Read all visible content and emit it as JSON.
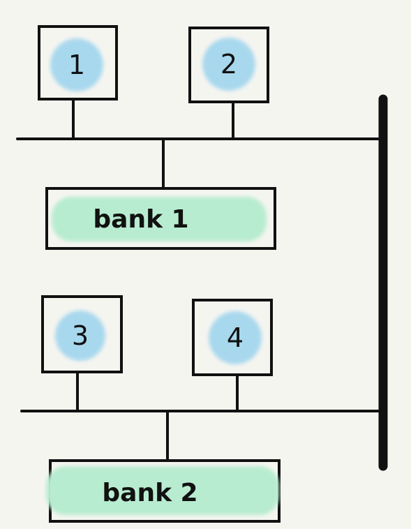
{
  "processors": [
    {
      "label": "1"
    },
    {
      "label": "2"
    },
    {
      "label": "3"
    },
    {
      "label": "4"
    }
  ],
  "banks": [
    {
      "label": "bank 1"
    },
    {
      "label": "bank 2"
    }
  ],
  "colors": {
    "background": "#f5f5f0",
    "stroke": "#111111",
    "processor_fill": "#a8d8ee",
    "bank_fill": "#b8ecd0"
  }
}
